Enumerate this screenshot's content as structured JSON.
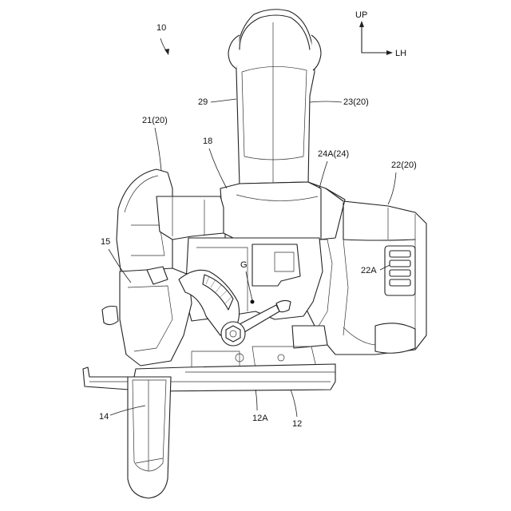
{
  "figure": {
    "reference": "10",
    "orientation": {
      "up_label": "UP",
      "right_label": "LH"
    },
    "labels": {
      "handle": "29",
      "handle_cover": "23(20)",
      "blade_cover": "21(20)",
      "housing_edge": "18",
      "motor_housing_top": "24A(24)",
      "motor_housing": "22(20)",
      "blade_guard": "15",
      "center_of_gravity": "G",
      "vent": "22A",
      "blade": "14",
      "base_edge": "12A",
      "base": "12"
    }
  }
}
